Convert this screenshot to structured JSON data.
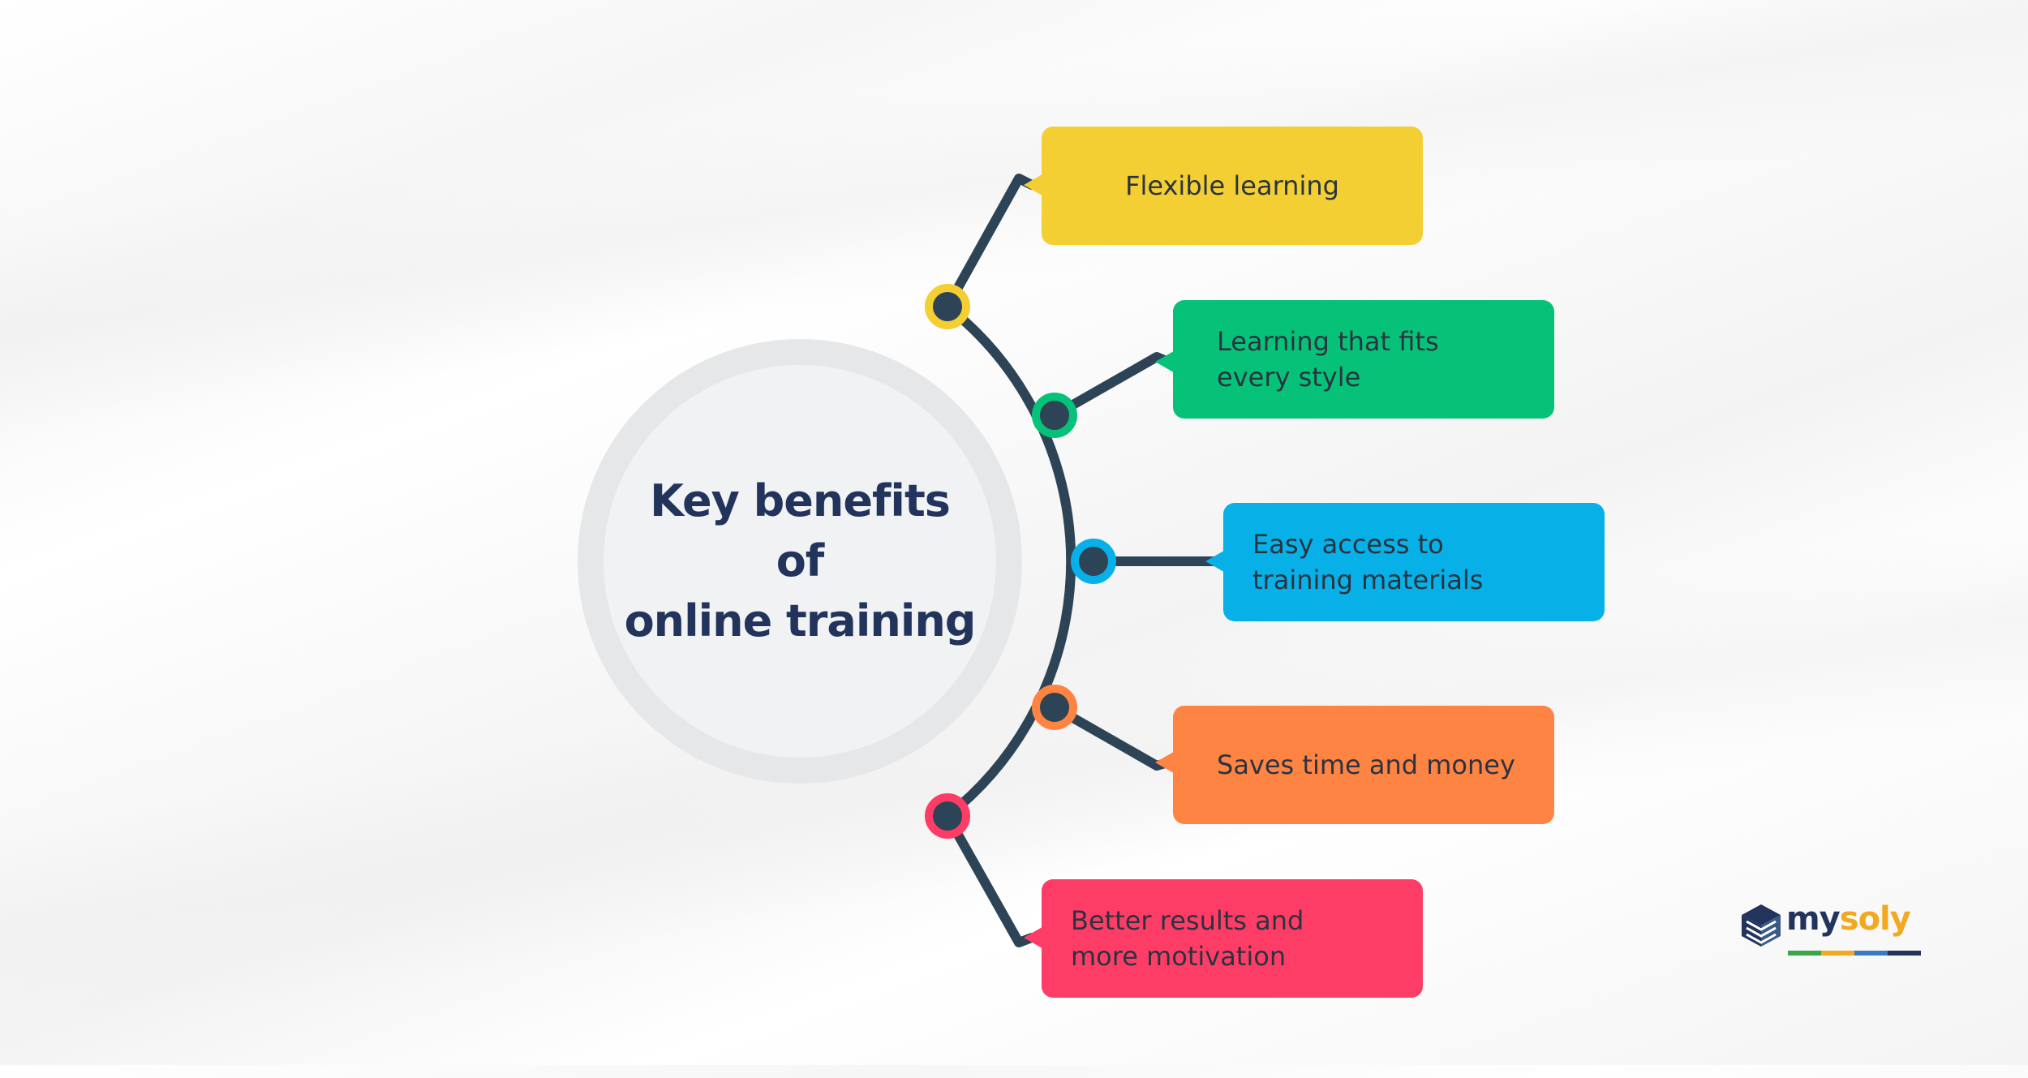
{
  "title": "Key benefits of\nonline training",
  "benefits": [
    {
      "label": "Flexible learning",
      "color": "#f3cf33"
    },
    {
      "label": "Learning that fits\nevery style",
      "color": "#06c278"
    },
    {
      "label": "Easy access to\ntraining materials",
      "color": "#07b0e6"
    },
    {
      "label": "Saves time and money",
      "color": "#fe8444"
    },
    {
      "label": "Better results and\nmore motivation",
      "color": "#fe3d66"
    }
  ],
  "colors": {
    "line": "#2d4356",
    "title": "#22345c",
    "hub_ring": "#e6e7e9",
    "hub_fill": "#f1f2f4"
  },
  "logo": {
    "brand_part1": "my",
    "brand_part2": "soly",
    "bar_colors": [
      "#3aa54a",
      "#f2a81f",
      "#3b79c4",
      "#23345c"
    ],
    "icon": "stacked-cube-logo-icon"
  }
}
